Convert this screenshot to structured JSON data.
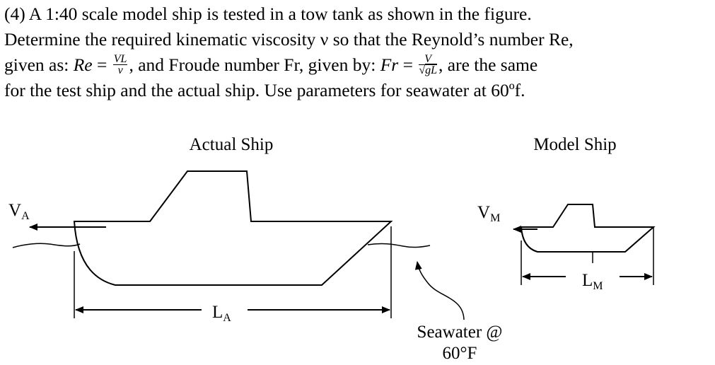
{
  "problem": {
    "line1": "(4) A 1:40 scale model ship is tested in a tow tank as shown in the figure.",
    "line2": "Determine the required kinematic viscosity ν so that the Reynold’s number Re,",
    "line3_a": "given as: ",
    "re_symbol": "Re",
    "equals": " = ",
    "re_num": "VL",
    "re_den": "ν",
    "line3_b": ", and Froude number Fr, given by: ",
    "fr_symbol": "Fr",
    "fr_num": "V",
    "fr_den_root": "√",
    "fr_den_arg": "gL",
    "line3_c": ", are the same",
    "line4": "for the test ship and the actual ship. Use parameters for seawater at 60ºf."
  },
  "figure": {
    "actual_title": "Actual Ship",
    "model_title": "Model Ship",
    "va_main": "V",
    "va_sub": "A",
    "vm_main": "V",
    "vm_sub": "M",
    "la_main": "L",
    "la_sub": "A",
    "lm_main": "L",
    "lm_sub": "M",
    "seawater_line1": "Seawater @",
    "seawater_line2": "60°F"
  }
}
